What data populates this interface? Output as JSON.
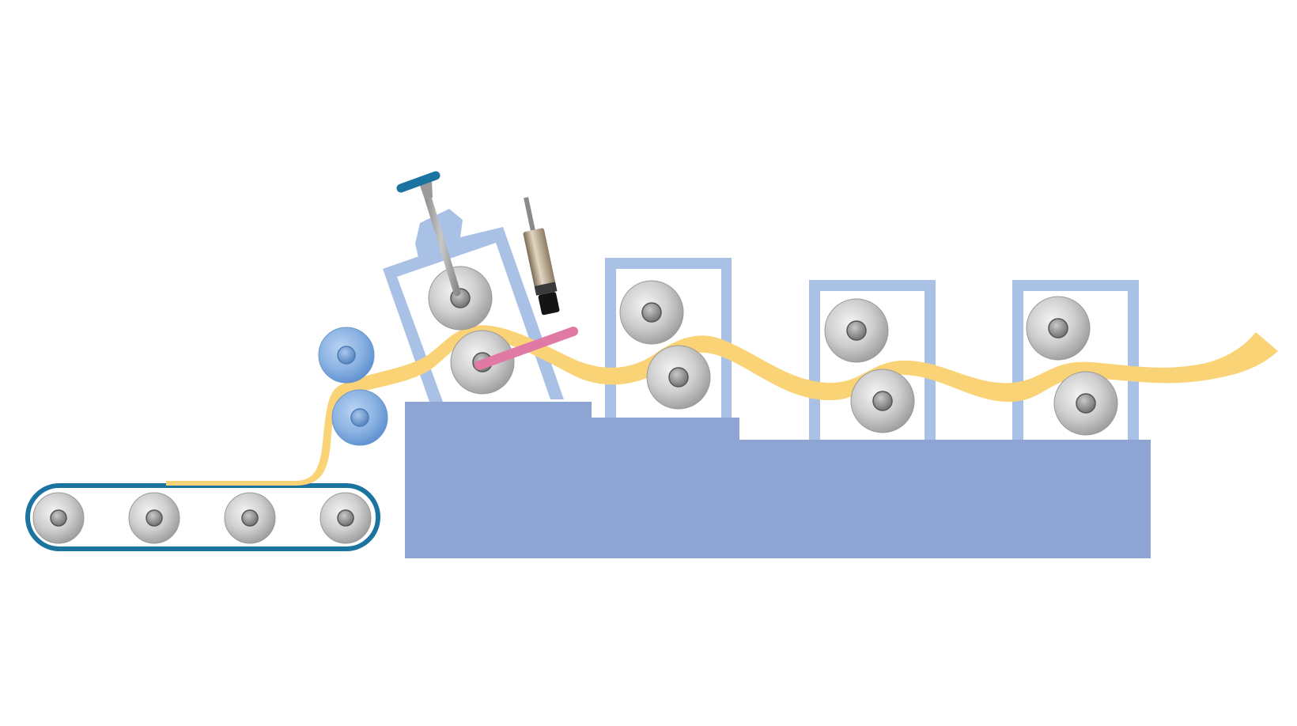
{
  "diagram": {
    "title": "",
    "components": [
      {
        "id": "conveyor-belt",
        "icon": "conveyor-belt-icon",
        "roller_count": 4
      },
      {
        "id": "feed-rollers",
        "icon": "feed-roller-icon",
        "roller_count": 2
      },
      {
        "id": "machine-base",
        "icon": "machine-base-icon"
      },
      {
        "id": "tilted-roller-stand",
        "icon": "roller-stand-icon",
        "roller_count": 2
      },
      {
        "id": "adjustment-handle",
        "icon": "t-handle-icon"
      },
      {
        "id": "proximity-sensor",
        "icon": "sensor-icon"
      },
      {
        "id": "indicator-pointer",
        "icon": "pointer-arm-icon"
      },
      {
        "id": "roller-stand-1",
        "icon": "roller-stand-icon",
        "roller_count": 2
      },
      {
        "id": "roller-stand-2",
        "icon": "roller-stand-icon",
        "roller_count": 2
      },
      {
        "id": "roller-stand-3",
        "icon": "roller-stand-icon",
        "roller_count": 2
      },
      {
        "id": "material-strip",
        "icon": "material-strip-icon"
      }
    ],
    "colors": {
      "background": "#ffffff",
      "frame": "#aac1e6",
      "base": "#8ea5d4",
      "belt": "#1b73a0",
      "strip": "#fad377",
      "feed_roller": "#6f9ed6",
      "pointer": "#e079a4",
      "handle": "#1b73a0",
      "roller_light": "#f2f2f2",
      "roller_dark": "#a4a4a4"
    }
  }
}
